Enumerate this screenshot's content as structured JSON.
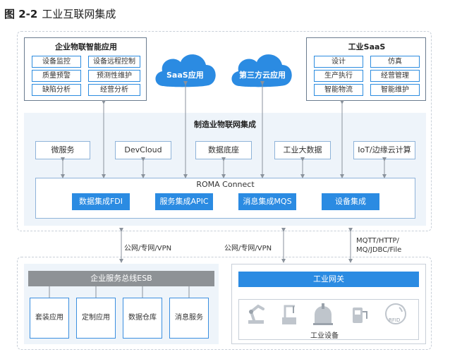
{
  "caption": {
    "number": "图 2-2",
    "text": "工业互联网集成"
  },
  "enterprise_apps": {
    "title": "企业物联智能应用",
    "items": [
      "设备监控",
      "设备远程控制",
      "质量预警",
      "预测性维护",
      "缺陷分析",
      "经营分析"
    ]
  },
  "clouds": {
    "saas": "SaaS应用",
    "third_party": "第三方云应用"
  },
  "industrial_saas": {
    "title": "工业SaaS",
    "items": [
      "设计",
      "仿真",
      "生产执行",
      "经营管理",
      "智能物流",
      "智能维护"
    ]
  },
  "iot_integration": {
    "title": "制造业物联网集成",
    "services": [
      "微服务",
      "DevCloud",
      "数据底座",
      "工业大数据",
      "IoT/边缘云计算"
    ],
    "roma": {
      "title": "ROMA Connect",
      "modules": [
        "数据集成FDI",
        "服务集成APIC",
        "消息集成MQS",
        "设备集成"
      ]
    }
  },
  "links": {
    "left": "公网/专网/VPN",
    "middle": "公网/专网/VPN",
    "right_line1": "MQTT/HTTP/",
    "right_line2": "MQ/JDBC/File"
  },
  "esb": {
    "title": "企业服务总线ESB",
    "items": [
      "套装应用",
      "定制应用",
      "数据仓库",
      "消息服务"
    ]
  },
  "gateway": {
    "title": "工业网关",
    "devices_label": "工业设备",
    "rfid": "RFID"
  },
  "colors": {
    "accent": "#2b8be2",
    "panel": "#eef4fa",
    "border": "#c8cfd8"
  },
  "icons": [
    "robot-arm-icon",
    "crane-icon",
    "tank-icon",
    "pump-icon",
    "rfid-icon"
  ]
}
